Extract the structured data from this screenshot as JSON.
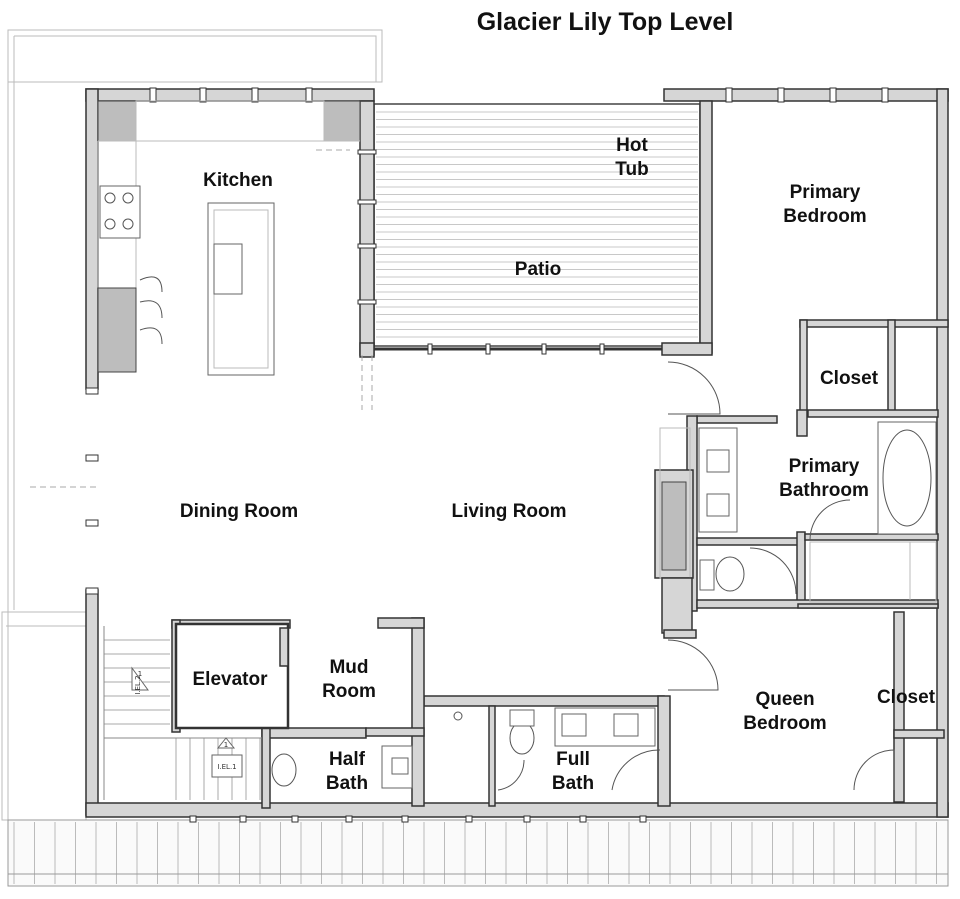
{
  "title": "Glacier Lily Top Level",
  "rooms": {
    "kitchen": "Kitchen",
    "hot_tub": [
      "Hot",
      "Tub"
    ],
    "patio": "Patio",
    "primary_bedroom": [
      "Primary",
      "Bedroom"
    ],
    "closet_primary": "Closet",
    "primary_bathroom": [
      "Primary",
      "Bathroom"
    ],
    "dining_room": "Dining Room",
    "living_room": "Living Room",
    "elevator": "Elevator",
    "mud_room": [
      "Mud",
      "Room"
    ],
    "half_bath": [
      "Half",
      "Bath"
    ],
    "full_bath": [
      "Full",
      "Bath"
    ],
    "queen_bedroom": [
      "Queen",
      "Bedroom"
    ],
    "closet_queen": "Closet"
  },
  "tags": {
    "stair_tag_1": "I.EL.2",
    "stair_tag_2": "I.EL.1",
    "tag_num_1": "1",
    "tag_num_2": "1"
  }
}
